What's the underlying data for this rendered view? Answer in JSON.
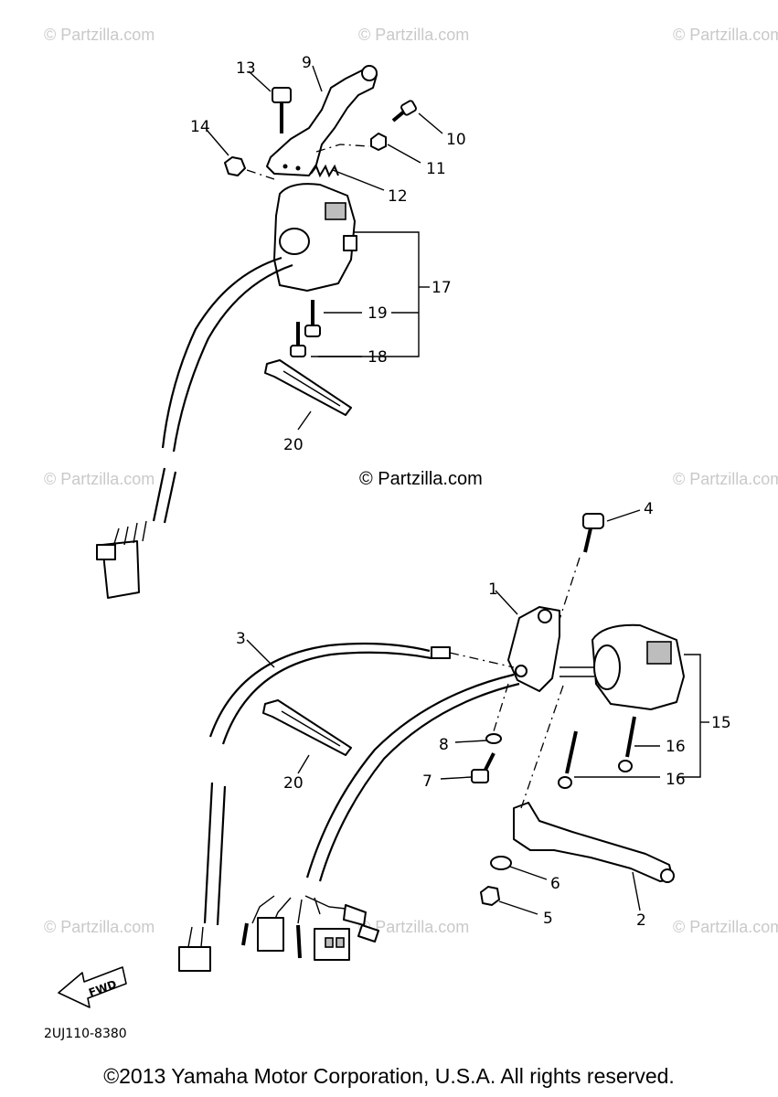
{
  "watermarks": {
    "corner": "© Partzilla.com",
    "center": "© Partzilla.com"
  },
  "callouts": {
    "c1": "1",
    "c2": "2",
    "c3": "3",
    "c4": "4",
    "c5": "5",
    "c6": "6",
    "c7": "7",
    "c8": "8",
    "c9": "9",
    "c10": "10",
    "c11": "11",
    "c12": "12",
    "c13": "13",
    "c14": "14",
    "c15": "15",
    "c16a": "16",
    "c16b": "16",
    "c17": "17",
    "c18": "18",
    "c19": "19",
    "c20a": "20",
    "c20b": "20"
  },
  "fwd_label": "FWD",
  "diagram_code": "2UJ110-8380",
  "copyright": "©2013 Yamaha Motor Corporation, U.S.A. All rights reserved."
}
